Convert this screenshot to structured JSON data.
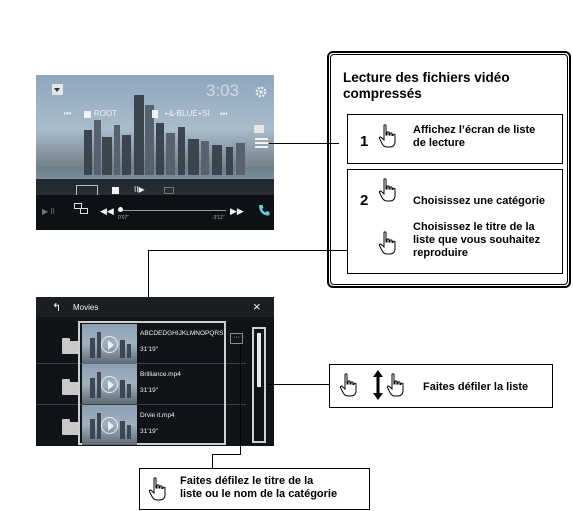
{
  "video_screen": {
    "clock": "3:03",
    "folder_label": "ROOT",
    "file_label": "+&-BLUE+SI",
    "elapsed": "0'07\"",
    "remaining": "-3'12\""
  },
  "list_screen": {
    "title": "Movies",
    "items": [
      {
        "name": "ABCDEDGHIJKLMNOPQRS",
        "duration": "31'19\""
      },
      {
        "name": "Brilliance.mp4",
        "duration": "31'19\""
      },
      {
        "name": "Drvie it.mp4",
        "duration": "31'19\""
      }
    ],
    "more_label": "···"
  },
  "procedure": {
    "title_line1": "Lecture des fichiers vidéo",
    "title_line2": "compressés",
    "step1": {
      "number": "1",
      "line1": "Affichez l’écran de liste",
      "line2": "de lecture"
    },
    "step2": {
      "number": "2",
      "choose_category": "Choisissez une catégorie",
      "choose_title_line1": "Choisissez le titre de la",
      "choose_title_line2": "liste que vous souhaitez",
      "choose_title_line3": "reproduire"
    }
  },
  "scroll_callout": {
    "label": "Faites défiler la liste"
  },
  "bottom_callout": {
    "line1": "Faites défilez le titre de la",
    "line2": "liste ou le nom de la catégorie"
  },
  "icons": [
    "hand-tap-icon",
    "folder-icon",
    "gear-icon",
    "phone-icon",
    "up-arrow-icon",
    "close-icon",
    "double-arrow-icon"
  ]
}
